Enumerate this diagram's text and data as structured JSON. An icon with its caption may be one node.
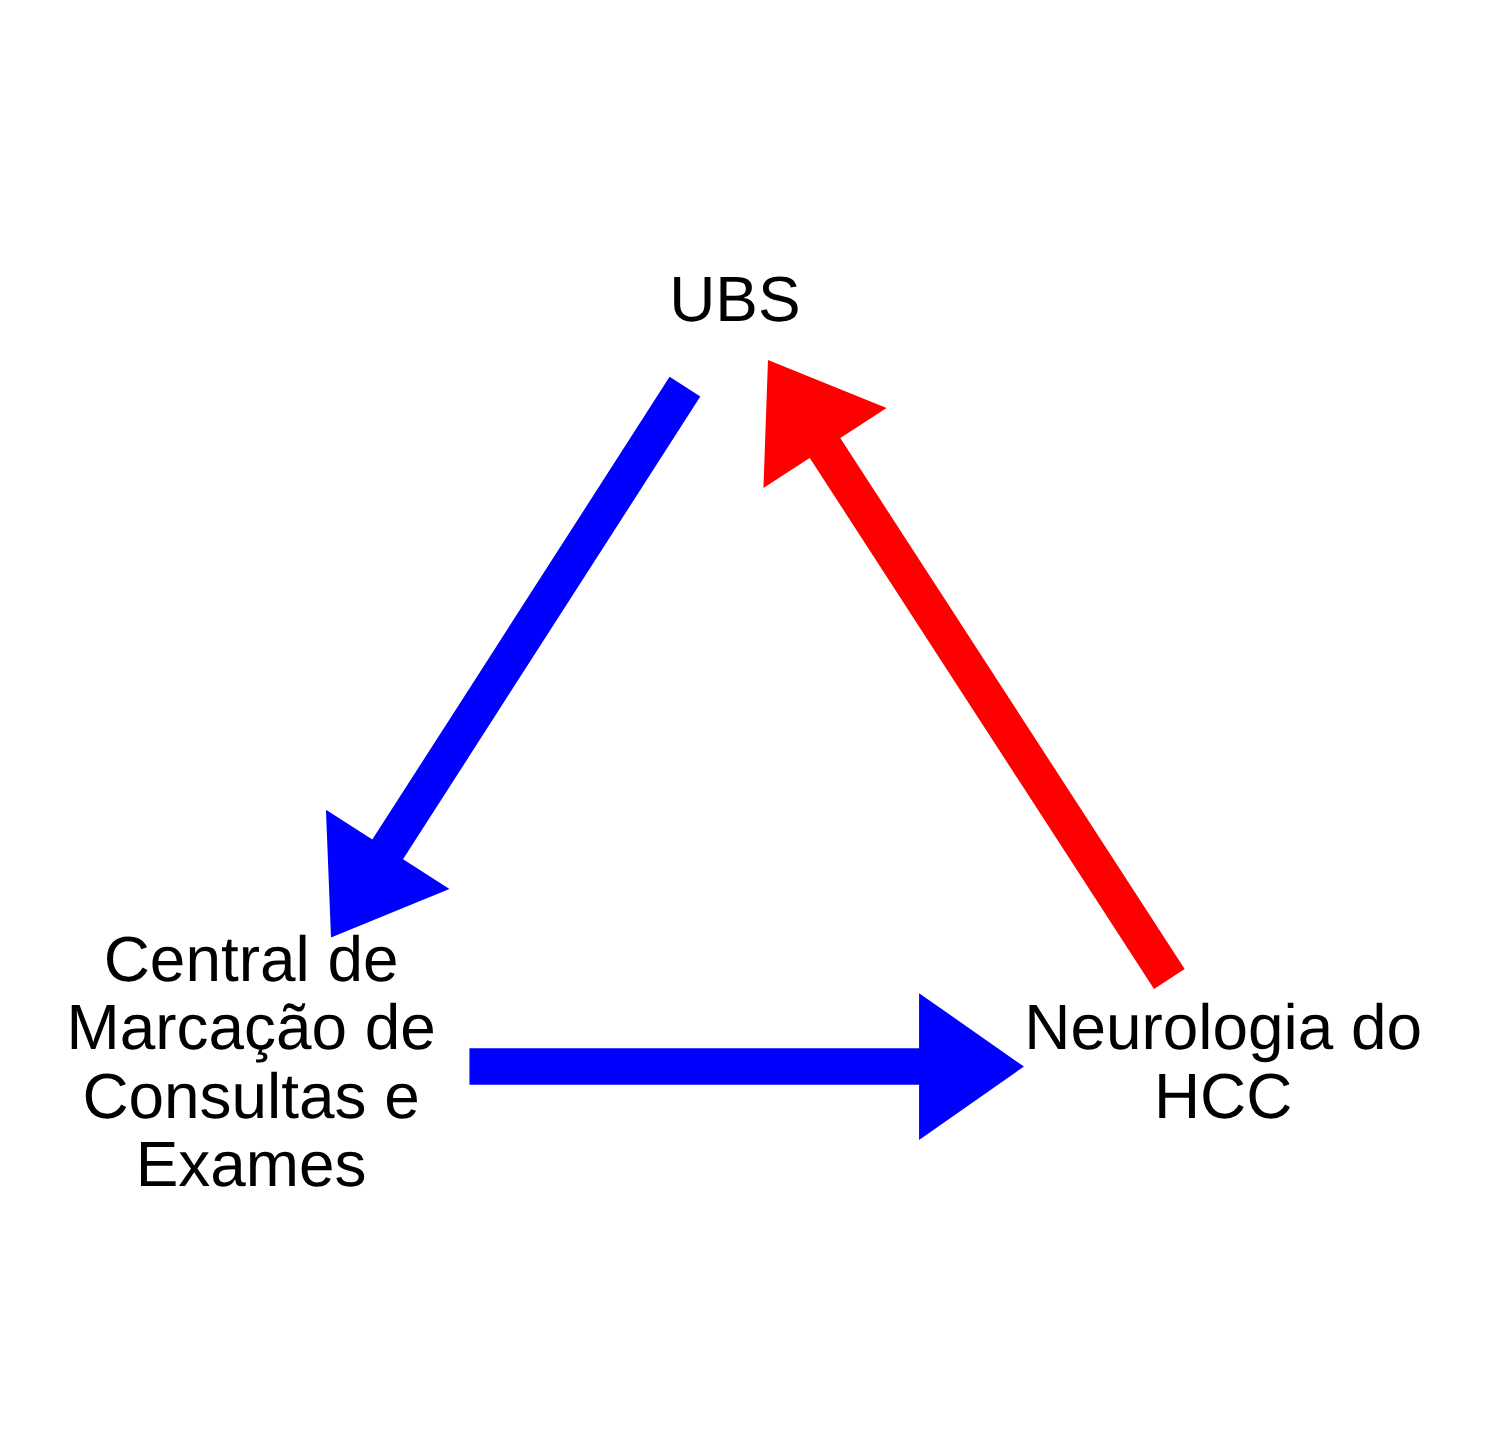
{
  "diagram": {
    "nodes": [
      {
        "text": [
          "UBS"
        ]
      },
      {
        "text": [
          "Central de Marcação de Consultas e Exames"
        ]
      },
      {
        "text": [
          "Neurologia do HCC"
        ]
      }
    ],
    "edges": [
      {
        "from": 0,
        "to": 1,
        "arrow": "to"
      },
      {
        "from": 1,
        "to": 2,
        "arrow": "to"
      },
      {
        "from": 2,
        "to": 0,
        "arrow": "to",
        "color": "#ff0000"
      }
    ]
  }
}
